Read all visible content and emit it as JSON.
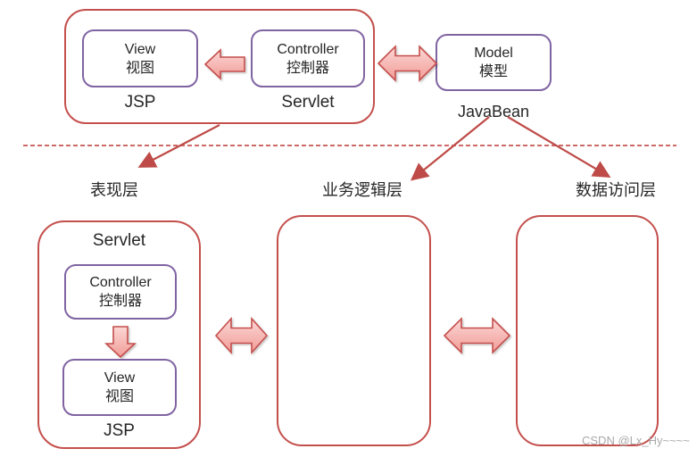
{
  "colors": {
    "container_border_red": "#c4504d",
    "box_border_purple": "#8064a2",
    "block_arrow_fill_top": "#fbd7d5",
    "block_arrow_fill_bottom": "#f19c97",
    "block_arrow_stroke": "#c4504d",
    "connector_line_red": "#be4b48",
    "dashed_divider": "#cd6a66",
    "text": "#262626",
    "watermark_gray": "#a9a9ab"
  },
  "top": {
    "mvc_container": {
      "view": {
        "line1": "View",
        "line2": "视图"
      },
      "controller": {
        "line1": "Controller",
        "line2": "控制器"
      },
      "jsp_label": "JSP",
      "servlet_label": "Servlet"
    },
    "model": {
      "line1": "Model",
      "line2": "模型"
    },
    "javabean_label": "JavaBean"
  },
  "layers": {
    "presentation": "表现层",
    "business_logic": "业务逻辑层",
    "data_access": "数据访问层"
  },
  "bottom": {
    "presentation_container": {
      "title": "Servlet",
      "controller": {
        "line1": "Controller",
        "line2": "控制器"
      },
      "view": {
        "line1": "View",
        "line2": "视图"
      },
      "footer": "JSP"
    }
  },
  "watermark": "CSDN @Lx_Hy~~~~"
}
